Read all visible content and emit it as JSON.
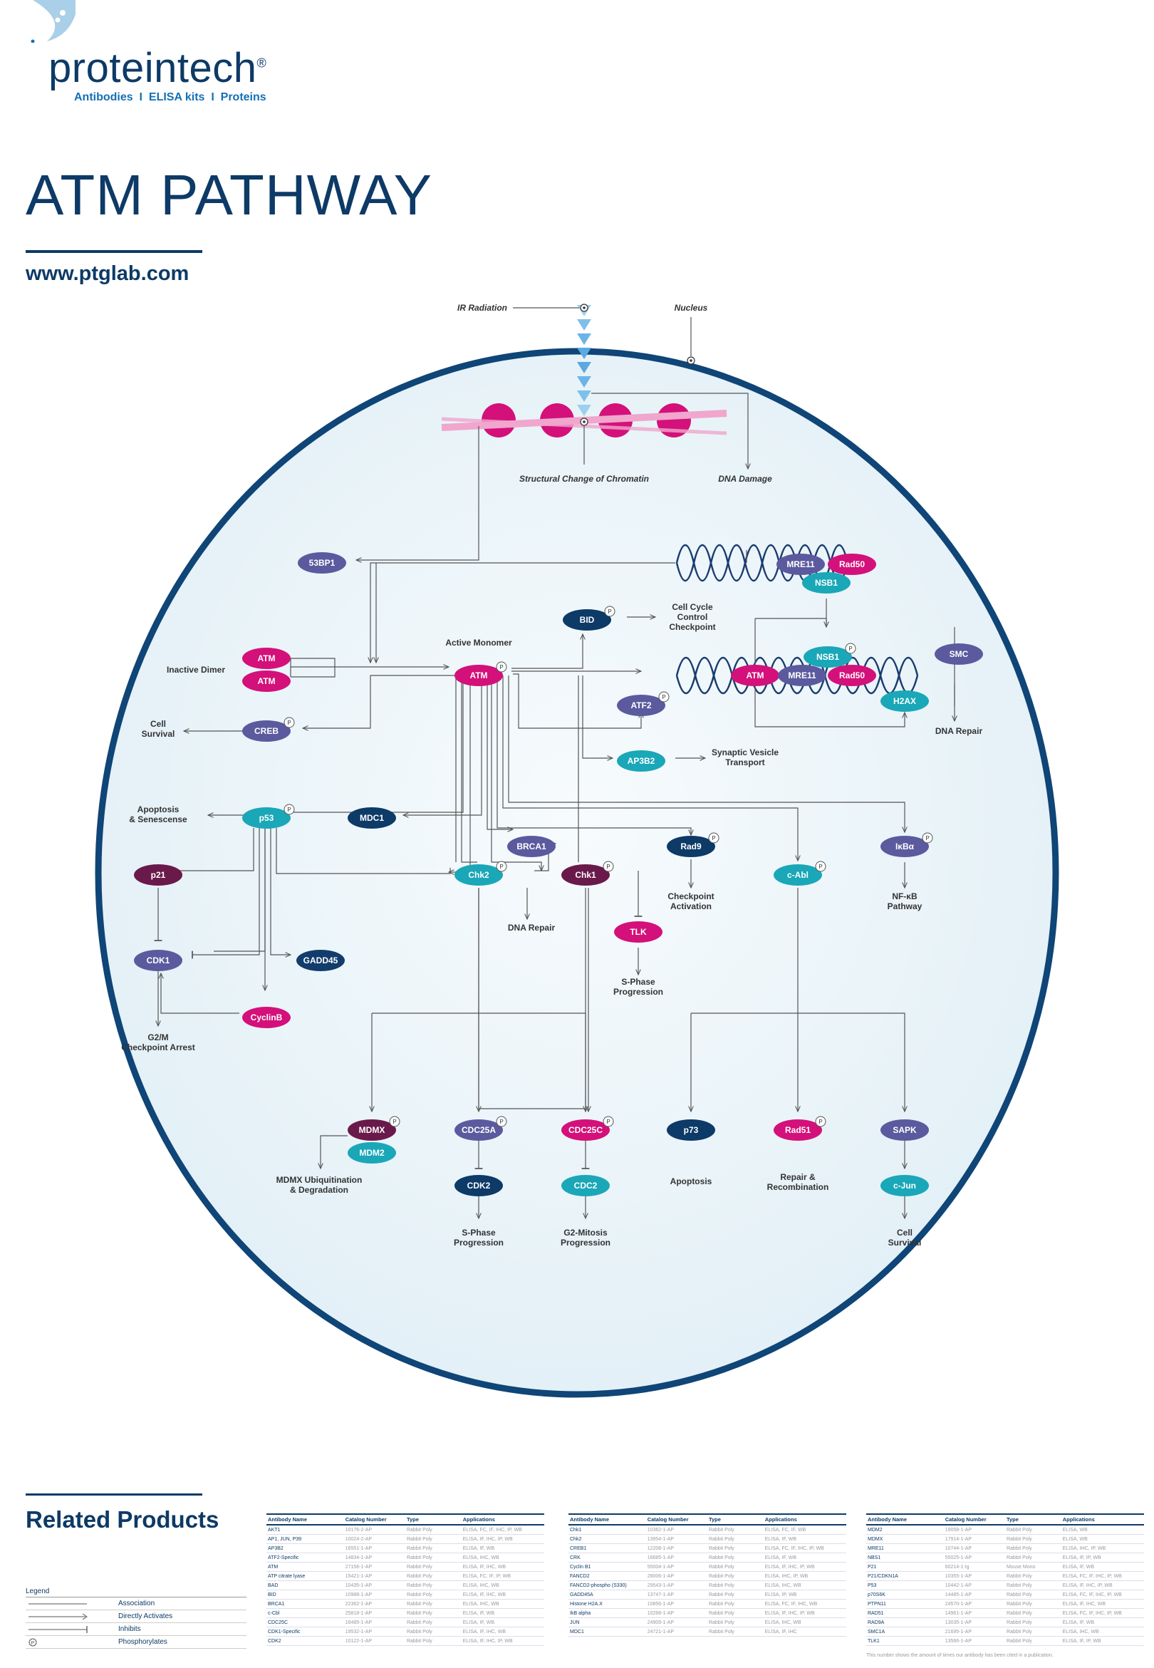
{
  "header": {
    "brand": "proteintech",
    "registered": "®",
    "tagline": "Antibodies  I  ELISA kits  I  Proteins",
    "title": "ATM PATHWAY",
    "website": "www.ptglab.com"
  },
  "colors": {
    "navy": "#0d3a66",
    "purple": "#5b5a9e",
    "magenta": "#d4107a",
    "teal": "#1aa7b8",
    "maroon": "#6a1a4a",
    "darknavy": "#123c6b",
    "pink_band": "#f0a6cd",
    "cell_fill": "#eef6fa"
  },
  "diagram": {
    "labels": {
      "ir": "IR Radiation",
      "nucleus": "Nucleus",
      "chromatin": "Structural Change of Chromatin",
      "dna_damage": "DNA Damage",
      "inactive_dimer": "Inactive Dimer",
      "active_monomer": "Active Monomer",
      "cell_cycle_1": "Cell Cycle",
      "cell_cycle_2": "Control",
      "cell_cycle_3": "Checkpoint",
      "cell_survival_1": "Cell",
      "cell_survival_2": "Survival",
      "dna_repair_r": "DNA Repair",
      "synaptic_1": "Synaptic Vesicle",
      "synaptic_2": "Transport",
      "apoptosis_1": "Apoptosis",
      "apoptosis_2": "& Senescense",
      "dna_repair_c": "DNA Repair",
      "checkpoint_1": "Checkpoint",
      "checkpoint_2": "Activation",
      "nfkb_1": "NF-κB",
      "nfkb_2": "Pathway",
      "sphase_1": "S-Phase",
      "sphase_2": "Progression",
      "g2m_1": "G2/M",
      "g2m_2": "Checkpoint Arrest",
      "mdmx_1": "MDMX Ubiquitination",
      "mdmx_2": "& Degradation",
      "sphase2_1": "S-Phase",
      "sphase2_2": "Progression",
      "g2mit_1": "G2-Mitosis",
      "g2mit_2": "Progression",
      "apoptosis_b": "Apoptosis",
      "repair_1": "Repair &",
      "repair_2": "Recombination",
      "cellsurv_b_1": "Cell",
      "cellsurv_b_2": "Survival"
    },
    "nodes": {
      "53BP1": "53BP1",
      "MRE11_top": "MRE11",
      "Rad50_top": "Rad50",
      "NSB1_top": "NSB1",
      "BID": "BID",
      "ATM_d1": "ATM",
      "ATM_d2": "ATM",
      "ATM_main": "ATM",
      "NSB1_mid": "NSB1",
      "SMC": "SMC",
      "ATM_dna": "ATM",
      "MRE11_mid": "MRE11",
      "Rad50_mid": "Rad50",
      "H2AX": "H2AX",
      "ATF2": "ATF2",
      "CREB": "CREB",
      "AP3B2": "AP3B2",
      "p53": "p53",
      "MDC1": "MDC1",
      "BRCA1": "BRCA1",
      "Chk2": "Chk2",
      "Chk1": "Chk1",
      "Rad9": "Rad9",
      "cAbl": "c-Abl",
      "IkBa": "IκBα",
      "p21": "p21",
      "TLK": "TLK",
      "CDK1": "CDK1",
      "GADD45": "GADD45",
      "CyclinB": "CyclinB",
      "MDMX": "MDMX",
      "MDM2": "MDM2",
      "CDC25A": "CDC25A",
      "CDC25C": "CDC25C",
      "p73": "p73",
      "Rad51": "Rad51",
      "SAPK": "SAPK",
      "CDK2": "CDK2",
      "CDC2": "CDC2",
      "cJun": "c-Jun"
    },
    "phospho_mark": "P"
  },
  "related": {
    "title": "Related Products",
    "legend": {
      "title": "Legend",
      "items": [
        "Association",
        "Directly Activates",
        "Inhibits",
        "Phosphorylates"
      ]
    },
    "columns": [
      "Antibody Name",
      "Catalog Number",
      "Type",
      "Applications"
    ],
    "table1": [
      [
        "AKT1",
        "10176-2-AP",
        "Rabbit Poly",
        "ELISA, FC, IF, IHC, IP, WB"
      ],
      [
        "AP1, JUN, P39",
        "10024-2-AP",
        "Rabbit Poly",
        "ELISA, IF, IHC, IP, WB"
      ],
      [
        "AP3B2",
        "16551-1-AP",
        "Rabbit Poly",
        "ELISA, IF, WB"
      ],
      [
        "ATF2-Specific",
        "14834-1-AP",
        "Rabbit Poly",
        "ELISA, IHC, WB"
      ],
      [
        "ATM",
        "27156-1-AP",
        "Rabbit Poly",
        "ELISA, IF, IHC, WB"
      ],
      [
        "ATP citrate lyase",
        "15421-1-AP",
        "Rabbit Poly",
        "ELISA, FC, IF, IP, WB"
      ],
      [
        "BAD",
        "10435-1-AP",
        "Rabbit Poly",
        "ELISA, IHC, WB"
      ],
      [
        "BID",
        "10988-1-AP",
        "Rabbit Poly",
        "ELISA, IF, IHC, WB"
      ],
      [
        "BRCA1",
        "22362-1-AP",
        "Rabbit Poly",
        "ELISA, IHC, WB"
      ],
      [
        "c-Cbl",
        "25818-1-AP",
        "Rabbit Poly",
        "ELISA, IF, WB"
      ],
      [
        "CDC25C",
        "16485-1-AP",
        "Rabbit Poly",
        "ELISA, IF, WB"
      ],
      [
        "CDK1-Specific",
        "19532-1-AP",
        "Rabbit Poly",
        "ELISA, IF, IHC, WB"
      ],
      [
        "CDK2",
        "10122-1-AP",
        "Rabbit Poly",
        "ELISA, IF, IHC, IP, WB"
      ]
    ],
    "table2": [
      [
        "Chk1",
        "10362-1-AP",
        "Rabbit Poly",
        "ELISA, FC, IF, WB"
      ],
      [
        "Chk2",
        "13954-1-AP",
        "Rabbit Poly",
        "ELISA, IF, WB"
      ],
      [
        "CREB1",
        "12208-1-AP",
        "Rabbit Poly",
        "ELISA, FC, IF, IHC, IP, WB"
      ],
      [
        "CRK",
        "16685-1-AP",
        "Rabbit Poly",
        "ELISA, IF, WB"
      ],
      [
        "Cyclin B1",
        "55004-1-AP",
        "Rabbit Poly",
        "ELISA, IF, IHC, IP, WB"
      ],
      [
        "FANCD2",
        "28006-1-AP",
        "Rabbit Poly",
        "ELISA, IHC, IP, WB"
      ],
      [
        "FANCD2-phospho (S330)",
        "29543-1-AP",
        "Rabbit Poly",
        "ELISA, IHC, WB"
      ],
      [
        "GADD45A",
        "13747-1-AP",
        "Rabbit Poly",
        "ELISA, IP, WB"
      ],
      [
        "Histone H2A.X",
        "10856-1-AP",
        "Rabbit Poly",
        "ELISA, FC, IF, IHC, WB"
      ],
      [
        "IkB alpha",
        "10268-1-AP",
        "Rabbit Poly",
        "ELISA, IF, IHC, IP, WB"
      ],
      [
        "JUN",
        "24909-1-AP",
        "Rabbit Poly",
        "ELISA, IHC, WB"
      ],
      [
        "MDC1",
        "24721-1-AP",
        "Rabbit Poly",
        "ELISA, IF, IHC"
      ]
    ],
    "table3": [
      [
        "MDM2",
        "19058-1-AP",
        "Rabbit Poly",
        "ELISA, WB"
      ],
      [
        "MDMX",
        "17914-1-AP",
        "Rabbit Poly",
        "ELISA, WB"
      ],
      [
        "MRE11",
        "10744-1-AP",
        "Rabbit Poly",
        "ELISA, IHC, IP, WB"
      ],
      [
        "NBS1",
        "55025-1-AP",
        "Rabbit Poly",
        "ELISA, IF, IP, WB"
      ],
      [
        "P21",
        "60214-1-Ig",
        "Mouse Mono",
        "ELISA, IF, WB"
      ],
      [
        "P21/CDKN1A",
        "10355-1-AP",
        "Rabbit Poly",
        "ELISA, FC, IF, IHC, IP, WB"
      ],
      [
        "P53",
        "10442-1-AP",
        "Rabbit Poly",
        "ELISA, IF, IHC, IP, WB"
      ],
      [
        "p70S6K",
        "14485-1-AP",
        "Rabbit Poly",
        "ELISA, FC, IF, IHC, IP, WB"
      ],
      [
        "PTPN11",
        "24570-1-AP",
        "Rabbit Poly",
        "ELISA, IF, IHC, WB"
      ],
      [
        "RAD51",
        "14961-1-AP",
        "Rabbit Poly",
        "ELISA, FC, IF, IHC, IP, WB"
      ],
      [
        "RAD9A",
        "13035-1-AP",
        "Rabbit Poly",
        "ELISA, IF, WB"
      ],
      [
        "SMC1A",
        "21695-1-AP",
        "Rabbit Poly",
        "ELISA, IHC, WB"
      ],
      [
        "TLK1",
        "13566-1-AP",
        "Rabbit Poly",
        "ELISA, IF, IP, WB"
      ]
    ],
    "footnote": "This number shows the amount of times our antibody has been cited in a publication."
  }
}
